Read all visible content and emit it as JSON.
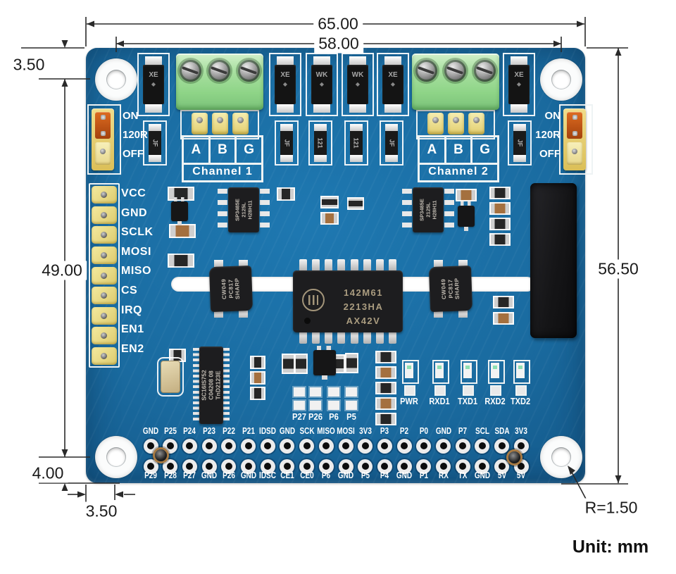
{
  "annotations": {
    "dim_width_board": "65.00",
    "dim_width_holes": "58.00",
    "dim_top_margin": "3.50",
    "dim_left_height": "49.00",
    "dim_right_height": "56.50",
    "dim_bottom_margin": "4.00",
    "dim_bottom_left_margin": "3.50",
    "dim_hole_radius": "R=1.50",
    "unit_note": "Unit: mm"
  },
  "jumper_labels": [
    "ON",
    "120R",
    "OFF"
  ],
  "channels": [
    {
      "name": "Channel 1",
      "pins": [
        "A",
        "B",
        "G"
      ]
    },
    {
      "name": "Channel 2",
      "pins": [
        "A",
        "B",
        "G"
      ]
    }
  ],
  "spi_header_pins": [
    "VCC",
    "GND",
    "SCLK",
    "MOSI",
    "MISO",
    "CS",
    "IRQ",
    "EN1",
    "EN2"
  ],
  "protection_diodes": [
    "XE",
    "XE",
    "WK",
    "WK",
    "XE",
    "XE"
  ],
  "fuse_parts": [
    "JF",
    "JF",
    "121",
    "121",
    "JF",
    "JF"
  ],
  "chips": {
    "rs485_transceiver_1": [
      "SP3485E",
      "2125L",
      "H28H11"
    ],
    "rs485_transceiver_2": [
      "SP3485E",
      "2125L",
      "H28H11"
    ],
    "isolated_transceiver": [
      "142M61",
      "2213HA",
      "AX42V"
    ],
    "uart_controller": [
      "SC16IS752",
      "C04208 08",
      "TnD2123E"
    ],
    "optocoupler_1": [
      "CW049",
      "PC817",
      "SHARP"
    ],
    "optocoupler_2": [
      "CW049",
      "PC817",
      "SHARP"
    ]
  },
  "solder_jumpers": [
    "P27",
    "P26",
    "P6",
    "P5"
  ],
  "led_labels": [
    "PWR",
    "RXD1",
    "TXD1",
    "RXD2",
    "TXD2"
  ],
  "gpio_labels_top": [
    "GND",
    "P25",
    "P24",
    "P23",
    "P22",
    "P21",
    "IDSD",
    "GND",
    "SCK",
    "MISO",
    "MOSI",
    "3V3",
    "P3",
    "P2",
    "P0",
    "GND",
    "P7",
    "SCL",
    "SDA",
    "3V3"
  ],
  "gpio_labels_bottom": [
    "P29",
    "P28",
    "P27",
    "GND",
    "P26",
    "GND",
    "IDSC",
    "CE1",
    "CE0",
    "P6",
    "GND",
    "P5",
    "P4",
    "GND",
    "P1",
    "RX",
    "TX",
    "GND",
    "5V",
    "5V"
  ],
  "colors": {
    "pcb": "#176a9e",
    "silk": "#ffffff",
    "terminal_green": "#95d88f",
    "header_yellow": "#efe28a",
    "jumper_orange": "#cc5a1e",
    "dimension": "#222222"
  }
}
